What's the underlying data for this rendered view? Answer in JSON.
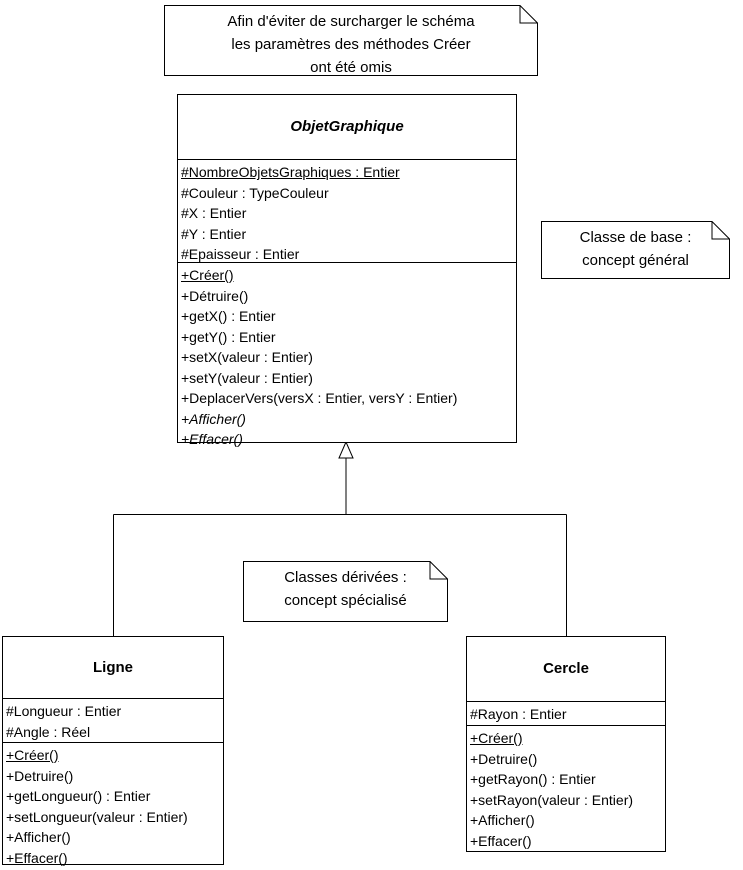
{
  "diagram": {
    "title": "Diagramme de classes UML - ObjetGraphique",
    "background_color": "#ffffff",
    "line_color": "#000000"
  },
  "notes": [
    {
      "id": "note-parametres-omis",
      "text": "Afin d'éviter de surcharger le schéma\nles paramètres des méthodes Créer\nont été omis"
    },
    {
      "id": "note-classe-de-base",
      "text": "Classe de base :\nconcept général"
    },
    {
      "id": "note-classes-derivees",
      "text": "Classes dérivées :\nconcept spécialisé"
    }
  ],
  "classes": {
    "base": {
      "name": "ObjetGraphique",
      "stereotype": "abstract",
      "attributes": [
        {
          "text": "#NombreObjetsGraphiques : Entier",
          "static": true,
          "abstract": false
        },
        {
          "text": "#Couleur : TypeCouleur",
          "static": false,
          "abstract": false
        },
        {
          "text": "#X : Entier",
          "static": false,
          "abstract": false
        },
        {
          "text": "#Y : Entier",
          "static": false,
          "abstract": false
        },
        {
          "text": "#Epaisseur : Entier",
          "static": false,
          "abstract": false
        }
      ],
      "operations": [
        {
          "text": "+Créer()",
          "static": true,
          "abstract": false
        },
        {
          "text": "+Détruire()",
          "static": false,
          "abstract": false
        },
        {
          "text": "+getX() : Entier",
          "static": false,
          "abstract": false
        },
        {
          "text": "+getY() : Entier",
          "static": false,
          "abstract": false
        },
        {
          "text": "+setX(valeur : Entier)",
          "static": false,
          "abstract": false
        },
        {
          "text": "+setY(valeur : Entier)",
          "static": false,
          "abstract": false
        },
        {
          "text": "+DeplacerVers(versX : Entier, versY : Entier)",
          "static": false,
          "abstract": false
        },
        {
          "text": "+Afficher()",
          "static": false,
          "abstract": true
        },
        {
          "text": "+Effacer()",
          "static": false,
          "abstract": true
        }
      ]
    },
    "ligne": {
      "name": "Ligne",
      "stereotype": "concrete",
      "attributes": [
        {
          "text": "#Longueur : Entier",
          "static": false,
          "abstract": false
        },
        {
          "text": "#Angle : Réel",
          "static": false,
          "abstract": false
        }
      ],
      "operations": [
        {
          "text": "+Créer()",
          "static": true,
          "abstract": false
        },
        {
          "text": "+Detruire()",
          "static": false,
          "abstract": false
        },
        {
          "text": "+getLongueur() : Entier",
          "static": false,
          "abstract": false
        },
        {
          "text": "+setLongueur(valeur : Entier)",
          "static": false,
          "abstract": false
        },
        {
          "text": "+Afficher()",
          "static": false,
          "abstract": false
        },
        {
          "text": "+Effacer()",
          "static": false,
          "abstract": false
        }
      ]
    },
    "cercle": {
      "name": "Cercle",
      "stereotype": "concrete",
      "attributes": [
        {
          "text": "#Rayon : Entier",
          "static": false,
          "abstract": false
        }
      ],
      "operations": [
        {
          "text": "+Créer()",
          "static": true,
          "abstract": false
        },
        {
          "text": "+Detruire()",
          "static": false,
          "abstract": false
        },
        {
          "text": "+getRayon() : Entier",
          "static": false,
          "abstract": false
        },
        {
          "text": "+setRayon(valeur : Entier)",
          "static": false,
          "abstract": false
        },
        {
          "text": "+Afficher()",
          "static": false,
          "abstract": false
        },
        {
          "text": "+Effacer()",
          "static": false,
          "abstract": false
        }
      ]
    }
  },
  "relationships": [
    {
      "id": "generalization-ligne",
      "type": "generalization",
      "from": "Ligne",
      "to": "ObjetGraphique"
    },
    {
      "id": "generalization-cercle",
      "type": "generalization",
      "from": "Cercle",
      "to": "ObjetGraphique"
    }
  ]
}
